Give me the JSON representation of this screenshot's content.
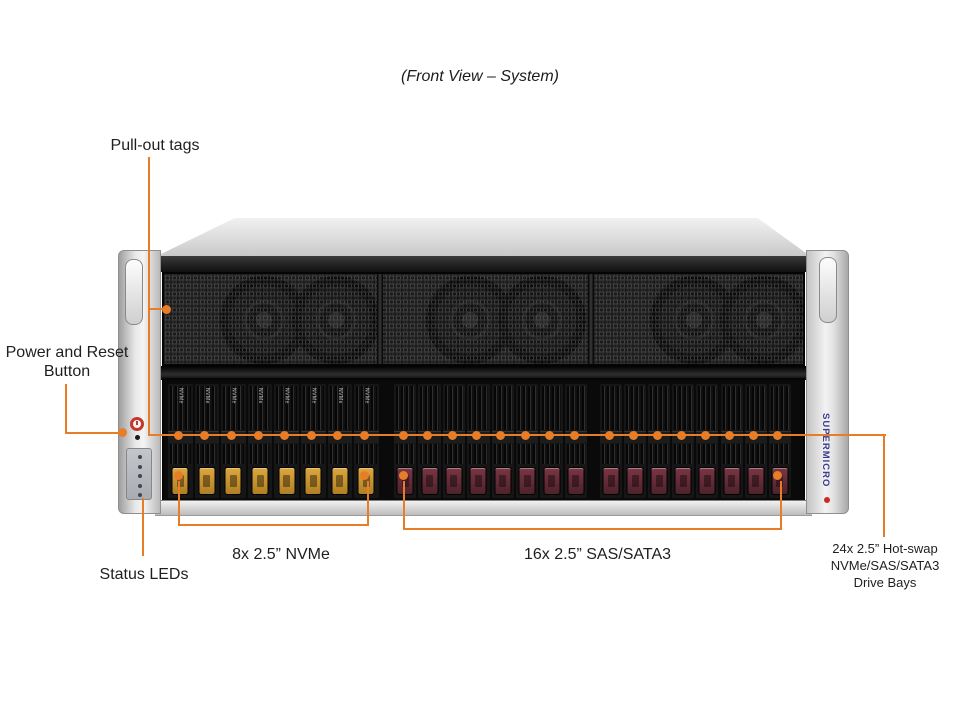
{
  "title": "(Front View – System)",
  "callouts": {
    "pull_out_tags": "Pull-out tags",
    "power_reset_line1": "Power and Reset",
    "power_reset_line2": "Button",
    "status_leds": "Status LEDs",
    "nvme_group": "8x 2.5” NVMe",
    "sas_group": "16x 2.5” SAS/SATA3",
    "drive_bays_line1": "24x 2.5” Hot-swap",
    "drive_bays_line2": "NVMe/SAS/SATA3",
    "drive_bays_line3": "Drive Bays"
  },
  "brand": {
    "logo_text": "SUPERMICRO"
  },
  "drive_bays": {
    "total": 24,
    "nvme_label": "NVMe",
    "groups": [
      {
        "type": "nvme",
        "count": 8
      },
      {
        "type": "sas",
        "count": 8
      },
      {
        "type": "sas",
        "count": 8
      }
    ]
  },
  "control_panel": {
    "led_count": 5
  },
  "colors": {
    "callout_orange": "#e87d28",
    "nvme_latch": "#dca73e",
    "sas_latch": "#7a3644",
    "logo_blue": "#3b3b8f",
    "logo_red": "#cc2a22"
  }
}
